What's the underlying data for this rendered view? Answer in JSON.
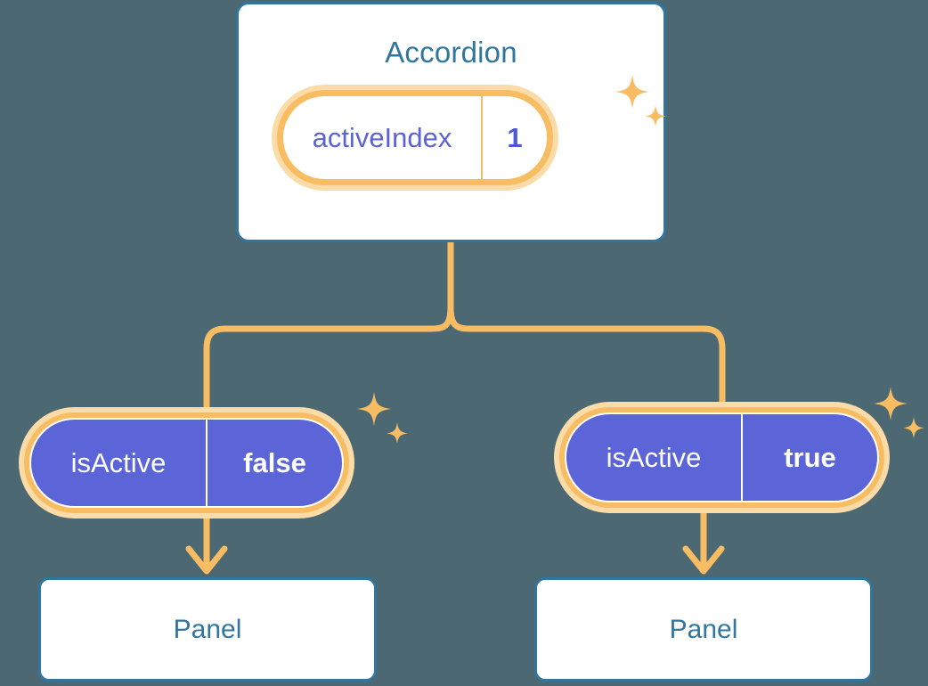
{
  "theme": {
    "background": "#4c6873",
    "card_border": "#31769f",
    "title_text": "#31769f",
    "accent_orange": "#f8bd62",
    "accent_orange_soft": "#fbdca8",
    "pill_purple": "#5c65d8",
    "pill_text_purple": "#5c63d8",
    "card_fill": "#ffffff"
  },
  "root": {
    "title": "Accordion",
    "state_pill": {
      "key": "activeIndex",
      "value": "1"
    }
  },
  "children": [
    {
      "state_pill": {
        "key": "isActive",
        "value": "false"
      },
      "panel": {
        "title": "Panel"
      }
    },
    {
      "state_pill": {
        "key": "isActive",
        "value": "true"
      },
      "panel": {
        "title": "Panel"
      }
    }
  ],
  "icons": {
    "sparkle": "sparkle-icon",
    "arrow_down": "arrow-down-icon"
  }
}
